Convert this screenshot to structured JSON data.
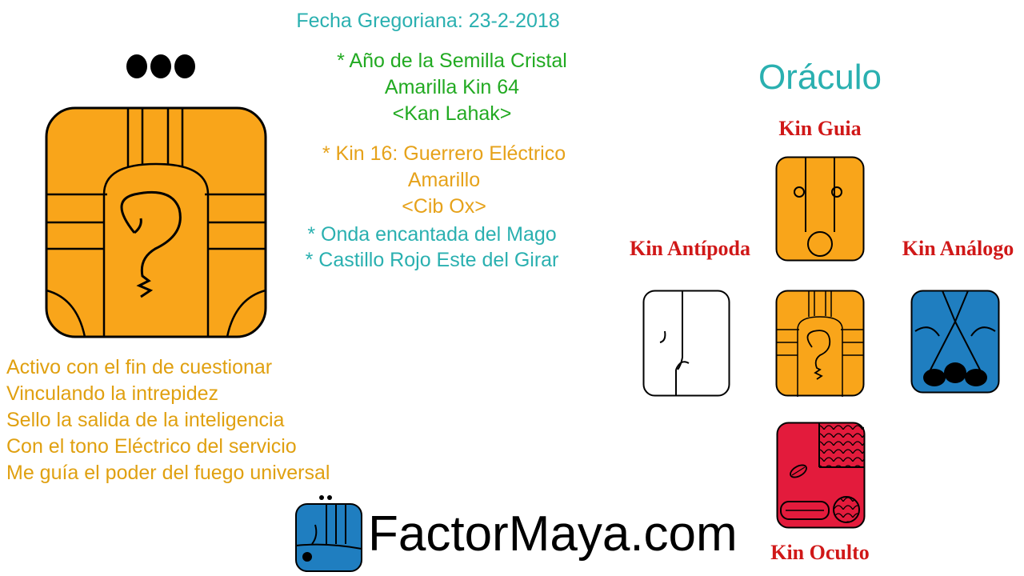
{
  "colors": {
    "teal": "#2ab0b0",
    "green": "#22aa22",
    "orange": "#e6a21a",
    "seal_orange": "#f9a51a",
    "red": "#d01818",
    "seal_red": "#e31b3c",
    "seal_blue": "#1f7ec0"
  },
  "header": {
    "date": "Fecha Gregoriana: 23-2-2018"
  },
  "year": {
    "line1": "* Año de la Semilla Cristal",
    "line2": "Amarilla Kin 64",
    "line3": "<Kan Lahak>"
  },
  "kin": {
    "line1": "* Kin 16: Guerrero Eléctrico",
    "line2": "Amarillo",
    "line3": "<Cib Ox>",
    "wave": "* Onda encantada del Mago",
    "castle": "* Castillo Rojo Este del Girar"
  },
  "main_glyph": {
    "seal_icon": "warrior-seal-icon",
    "tone_icon": "three-dots-tone-icon"
  },
  "affirmation": [
    "Activo con el fin de cuestionar",
    "Vinculando la intrepidez",
    "Sello la salida de la inteligencia",
    "Con el tono Eléctrico del servicio",
    "Me guía el poder del fuego universal"
  ],
  "oracle": {
    "title": "Oráculo",
    "guide": {
      "label": "Kin Guia",
      "icon": "sun-seal-icon"
    },
    "antipode": {
      "label": "Kin Antípoda",
      "icon": "wizard-seal-icon"
    },
    "analog": {
      "label": "Kin Análogo",
      "icon": "storm-seal-icon"
    },
    "occult": {
      "label": "Kin Oculto",
      "icon": "earth-seal-icon"
    },
    "center": {
      "icon": "warrior-seal-icon"
    }
  },
  "footer": {
    "brand": "FactorMaya.com",
    "logo_icon": "factormaya-hand-logo-icon"
  }
}
